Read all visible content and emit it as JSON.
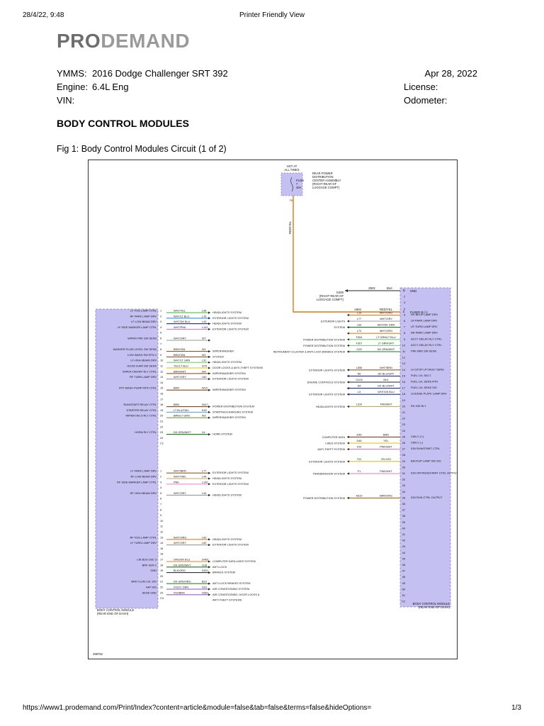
{
  "browser_header": {
    "datetime": "28/4/22, 9:48",
    "title": "Printer Friendly View"
  },
  "logo": {
    "part1": "PRO",
    "part2": "DEMAND"
  },
  "vehicle_info": {
    "ymms_label": "YMMS:",
    "ymms_value": "2016 Dodge Challenger SRT 392",
    "engine_label": "Engine:",
    "engine_value": "6.4L Eng",
    "vin_label": "VIN:",
    "vin_value": "",
    "date": "Apr 28, 2022",
    "license_label": "License:",
    "odometer_label": "Odometer:"
  },
  "section_title": "BODY CONTROL MODULES",
  "figure_caption": "Fig 1: Body Control Modules Circuit (1 of 2)",
  "diagram": {
    "top_label": [
      "HOT AT",
      "ALL TIMES"
    ],
    "fuse_lines": [
      "FUSE",
      "7",
      "40A"
    ],
    "rear_pdc": [
      "REAR POWER",
      "DISTRIBUTION",
      "CENTER ASSEMBLY",
      "(RIGHT REAR OF",
      "LUGGAGE COMPT)"
    ],
    "vert_wire_label": "RED/YEL",
    "ground_label": [
      "G300",
      "(RIGHT REAR OF",
      "LUGGAGE COMPT)"
    ],
    "ground_wire": {
      "circuit": "Z602",
      "color": "BLK",
      "pin": "1",
      "func": "GND"
    },
    "fused_b": {
      "circuit": "A904",
      "color": "RED/YEL",
      "pin": "3",
      "func": "FUSED B (+)"
    },
    "left_module_label": [
      "BODY CONTROL MODULE",
      "(REAR END OF DASH)"
    ],
    "right_module_label": [
      "BODY CONTROL MODULE",
      "(REAR END OF DASH)"
    ],
    "figure_id": "498752",
    "left_pins": [
      {
        "pin": "1",
        "func": "LF FOG LAMP CTRL",
        "color": "WHT/YEL",
        "circ": "L96",
        "dest": "HEADLIGHTS SYSTEM",
        "stroke": "#2db82d"
      },
      {
        "pin": "2",
        "func": "RF PARK LAMP DRV",
        "color": "WHT/LT BLU",
        "circ": "L76",
        "dest": "EXTERIOR LIGHTS SYSTEM",
        "stroke": "#3a8de0"
      },
      {
        "pin": "3",
        "func": "LF LOW BEAM DRV",
        "color": "WHT/DK BLU",
        "circ": "L43",
        "dest": "HEADLIGHTS SYSTEM",
        "stroke": "#1a2fa0"
      },
      {
        "pin": "4",
        "func": "LF SIDE MARKER LAMP CTRL",
        "color": "WHT/PNK",
        "circ": "L141",
        "dest": "EXTERIOR LIGHTS SYSTEM",
        "stroke": "#e37bc0"
      },
      {
        "pin": "5",
        "func": "",
        "color": "",
        "circ": "",
        "dest": "",
        "stroke": ""
      },
      {
        "pin": "6",
        "func": "WIPER PRK SW SENS",
        "color": "WHT/GRY",
        "circ": "W7",
        "dest": "",
        "stroke": "#999999"
      },
      {
        "pin": "7",
        "func": "",
        "color": "",
        "circ": "",
        "dest": "",
        "stroke": ""
      },
      {
        "pin": "8",
        "func": "WASHER FLUID LEVEL SW SENS",
        "color": "BRN/TAN",
        "circ": "W1",
        "dest": "WIPER/WASHER",
        "stroke": "#8b5a2b"
      },
      {
        "pin": "9",
        "func": "LOW WASH SW RTN 1",
        "color": "BRN/TAN",
        "circ": "W1",
        "dest": "SYSTEM",
        "stroke": "#8b5a2b"
      },
      {
        "pin": "10",
        "func": "LF HIGH BEAM DRV",
        "color": "WHT/LT GRN",
        "circ": "L31",
        "dest": "HEADLIGHTS SYSTEM",
        "stroke": "#6fd16f"
      },
      {
        "pin": "11",
        "func": "HOOD AJAR SW SENS",
        "color": "YEL/LT BLU",
        "circ": "G70",
        "dest": "DOOR LOCKS & ANTI-THEFT SYSTEMS",
        "stroke": "#e6c200"
      },
      {
        "pin": "12",
        "func": "WIPER ON/OFF RLY CTRL",
        "color": "BRN/WHT",
        "circ": "W4",
        "dest": "WIPER/WASHER SYSTEM",
        "stroke": "#a0522d"
      },
      {
        "pin": "13",
        "func": "RF TURN LAMP DRV",
        "color": "WHT/GRY",
        "circ": "L60",
        "dest": "EXTERIOR LIGHTS SYSTEM",
        "stroke": "#999999"
      },
      {
        "pin": "14",
        "func": "",
        "color": "",
        "circ": "",
        "dest": "",
        "stroke": ""
      },
      {
        "pin": "15",
        "func": "FRT WASH PUMP MTR CTRL",
        "color": "BRN",
        "circ": "W10",
        "dest": "WIPER/WASHER SYSTEM",
        "stroke": "#8b4513"
      },
      {
        "pin": "16",
        "func": "",
        "color": "",
        "circ": "",
        "dest": "",
        "stroke": ""
      },
      {
        "pin": "17",
        "func": "",
        "color": "",
        "circ": "",
        "dest": "",
        "stroke": ""
      },
      {
        "pin": "18",
        "func": "RUN/START RELAY CTRL",
        "color": "BRN",
        "circ": "K617",
        "dest": "POWER DISTRIBUTION SYSTEM",
        "stroke": "#8b4513"
      },
      {
        "pin": "19",
        "func": "STARTER RELAY CTRL",
        "color": "LT BLU/TAN",
        "circ": "K90",
        "dest": "STARTING/CHARGING SYSTEM",
        "stroke": "#5aa9f0"
      },
      {
        "pin": "20",
        "func": "WIPER HI/LO RLY CTRL",
        "color": "BRN/LT GRN",
        "circ": "W2",
        "dest": "WIPER/WASHER SYSTEM",
        "stroke": "#7a9a3a"
      },
      {
        "pin": "21",
        "func": "",
        "color": "",
        "circ": "",
        "dest": "",
        "stroke": ""
      },
      {
        "pin": "22",
        "func": "",
        "color": "",
        "circ": "",
        "dest": "",
        "stroke": ""
      },
      {
        "pin": "23",
        "func": "HORN RLY CTRL",
        "color": "DK GRN/WHT",
        "circ": "X4",
        "dest": "HORN SYSTEM",
        "stroke": "#1b7a1b"
      },
      {
        "pin": "24",
        "func": "",
        "color": "",
        "circ": "",
        "dest": "",
        "stroke": ""
      },
      {
        "pin": "C1",
        "func": "",
        "color": "",
        "circ": "",
        "dest": "",
        "stroke": ""
      },
      {
        "pin": "",
        "func": "",
        "color": "",
        "circ": "",
        "dest": "",
        "stroke": ""
      },
      {
        "pin": "",
        "func": "",
        "color": "",
        "circ": "",
        "dest": "",
        "stroke": ""
      },
      {
        "pin": "",
        "func": "",
        "color": "",
        "circ": "",
        "dest": "",
        "stroke": ""
      },
      {
        "pin": "",
        "func": "",
        "color": "",
        "circ": "",
        "dest": "",
        "stroke": ""
      },
      {
        "pin": "1",
        "func": "LF PARK LAMP DRV",
        "color": "WHT/BRN",
        "circ": "L77",
        "dest": "EXTERIOR LIGHTS SYSTEM",
        "stroke": "#8b5a2b"
      },
      {
        "pin": "2",
        "func": "RF LOW BEAM DRV",
        "color": "WHT/TAN",
        "circ": "L44",
        "dest": "HEADLIGHTS SYSTEM",
        "stroke": "#c9a66b"
      },
      {
        "pin": "3",
        "func": "RF SIDE MARKER LAMP CTRL",
        "color": "PNK",
        "circ": "L142",
        "dest": "EXTERIOR LIGHTS SYSTEM",
        "stroke": "#f08ccf"
      },
      {
        "pin": "4",
        "func": "",
        "color": "",
        "circ": "",
        "dest": "",
        "stroke": ""
      },
      {
        "pin": "5",
        "func": "RF HIGH BEAM DRV",
        "color": "WHT/GRY",
        "circ": "L34",
        "dest": "HEADLIGHTS SYSTEM",
        "stroke": "#999999"
      },
      {
        "pin": "6",
        "func": "",
        "color": "",
        "circ": "",
        "dest": "",
        "stroke": ""
      },
      {
        "pin": "7",
        "func": "",
        "color": "",
        "circ": "",
        "dest": "",
        "stroke": ""
      },
      {
        "pin": "8",
        "func": "",
        "color": "",
        "circ": "",
        "dest": "",
        "stroke": ""
      },
      {
        "pin": "9",
        "func": "",
        "color": "",
        "circ": "",
        "dest": "",
        "stroke": ""
      },
      {
        "pin": "10",
        "func": "",
        "color": "",
        "circ": "",
        "dest": "",
        "stroke": ""
      },
      {
        "pin": "11",
        "func": "",
        "color": "",
        "circ": "",
        "dest": "",
        "stroke": ""
      },
      {
        "pin": "12",
        "func": "",
        "color": "",
        "circ": "",
        "dest": "",
        "stroke": ""
      },
      {
        "pin": "13",
        "func": "RF FOG LAMP CTRL",
        "color": "WHT/ORG",
        "circ": "L90",
        "dest": "HEADLIGHTS SYSTEM",
        "stroke": "#e87d1e"
      },
      {
        "pin": "14",
        "func": "LF TURN LAMP DRV",
        "color": "WHT/GRY",
        "circ": "L63",
        "dest": "EXTERIOR LIGHTS SYSTEM",
        "stroke": "#999999"
      },
      {
        "pin": "15",
        "func": "",
        "color": "",
        "circ": "",
        "dest": "",
        "stroke": ""
      },
      {
        "pin": "16",
        "func": "",
        "color": "",
        "circ": "",
        "dest": "",
        "stroke": ""
      },
      {
        "pin": "17",
        "func": "LIN BUS CBC 3",
        "color": "ORG/DK BLU",
        "circ": "D403",
        "dest": "COMPUTER DATA LINES SYSTEM",
        "stroke": "#e87d1e"
      },
      {
        "pin": "18",
        "func": "BRK SEN 1",
        "color": "DK GRN/WHT",
        "circ": "G18",
        "dest": "ANTI-LOCK",
        "stroke": "#1b7a1b"
      },
      {
        "pin": "19",
        "func": "GND",
        "color": "BLK/ORG",
        "circ": "Z420",
        "dest": "BRAKES SYSTEM",
        "stroke": "#333333"
      },
      {
        "pin": "20",
        "func": "",
        "color": "",
        "circ": "",
        "dest": "",
        "stroke": ""
      },
      {
        "pin": "21",
        "func": "BRK FLUID LVL SIG",
        "color": "DK GRN/ORG",
        "circ": "B23",
        "dest": "ANTI-LOCK BRAKES SYSTEM",
        "stroke": "#2a8a2a"
      },
      {
        "pin": "22",
        "func": "AAT SIG",
        "color": "VIO/LT GRN",
        "circ": "G31",
        "dest": "AIR CONDITIONING SYSTEM",
        "stroke": "#8a4fd0"
      },
      {
        "pin": "23",
        "func": "SENS GND",
        "color": "VIO/BRN",
        "circ": "G901",
        "dest": "AIR CONDITIONING, DOOR LOCKS &",
        "stroke": "#a05acf"
      },
      {
        "pin": "C3",
        "func": "",
        "color": "",
        "circ": "",
        "dest": "ANTI-THEFT SYSTEMS",
        "stroke": ""
      }
    ],
    "right_pins": [
      {
        "pin": "5",
        "func": "RH BKUP LAMP DRV",
        "color": "WHT/ORG",
        "circ": "L15",
        "src": "",
        "stroke": "#e87d1e"
      },
      {
        "pin": "6",
        "func": "LR PARK LAMP DRV",
        "color": "WHT/GRY",
        "circ": "L77",
        "src": "EXTERIOR LIGHTS",
        "stroke": "#999999"
      },
      {
        "pin": "7",
        "func": "LR TURN LAMP DRV",
        "color": "WHT/DK GRN",
        "circ": "L63",
        "src": "SYSTEM",
        "stroke": "#1b7a1b"
      },
      {
        "pin": "8",
        "func": "RR PARK LAMP DRV",
        "color": "WHT/ORG",
        "circ": "L72",
        "src": "",
        "stroke": "#e87d1e"
      },
      {
        "pin": "9",
        "func": "ACCY DELAY RLY CTRL",
        "color": "LT GRN/LT BLU",
        "circ": "F904",
        "src": "POWER DISTRIBUTION SYSTEM",
        "stroke": "#6fd16f"
      },
      {
        "pin": "10",
        "func": "ACCY DELAY RLY CTRL",
        "color": "LT GRN/GRY",
        "circ": "F307",
        "src": "POWER DISTRIBUTION SYSTEM",
        "stroke": "#7fcf7f"
      },
      {
        "pin": "11",
        "func": "PRK BRK SW SENS",
        "color": "DK GRN/WHT",
        "circ": "G25",
        "src": "INSTRUMENT CLUSTER & ANTI-LOCK BRAKES SYSTEM",
        "stroke": "#1b7a1b"
      },
      {
        "pin": "14",
        "func": "LH STOP LP FAULT SENS",
        "color": "WHT/BRN",
        "circ": "L555",
        "src": "EXTERIOR LIGHTS SYSTEM",
        "stroke": "#8b5a2b"
      },
      {
        "pin": "15",
        "func": "FUEL LVL SIG 2",
        "color": "DK BLU/GRY",
        "circ": "N5",
        "src": "",
        "stroke": "#1a2fa0"
      },
      {
        "pin": "16",
        "func": "FUEL LVL SENS RTN",
        "color": "BLK",
        "circ": "G103",
        "src": "ENGINE CONTROLS SYSTEM",
        "stroke": "#222222"
      },
      {
        "pin": "17",
        "func": "FUEL LVL SENS SIG",
        "color": "DK BLU/WHT",
        "circ": "N4",
        "src": "",
        "stroke": "#1a2fa0"
      },
      {
        "pin": "18",
        "func": "LICENSE PLATE LAMP DRV",
        "color": "WHT/DK BLU",
        "circ": "L3",
        "src": "EXTERIOR LIGHTS SYSTEM",
        "stroke": "#1a2fa0"
      },
      {
        "pin": "20",
        "func": "RH HID RLY",
        "color": "TAN/WHT",
        "circ": "L310",
        "src": "HEADLIGHTS SYSTEM",
        "stroke": "#c9a66b"
      },
      {
        "pin": "25",
        "func": "CAN C (+)",
        "color": "BRN",
        "circ": "D45",
        "src": "COMPUTER DATA",
        "stroke": "#8b4513"
      },
      {
        "pin": "26",
        "func": "CAN C (-)",
        "color": "YEL",
        "circ": "D46",
        "src": "LINES SYSTEM",
        "stroke": "#e6c200"
      },
      {
        "pin": "27",
        "func": "IGN RUN/START CTRL",
        "color": "PNK/WHT",
        "circ": "F20",
        "src": "ANTI-THEFT SYSTEM",
        "stroke": "#e37bc0"
      },
      {
        "pin": "29",
        "func": "BACKUP LAMP SW SIG",
        "color": "YEL/VIO",
        "circ": "T22",
        "src": "EXTERIOR LIGHTS SYSTEM",
        "stroke": "#d9c21a"
      },
      {
        "pin": "31",
        "func": "IGN OFF/RUN/START CTRL OUTPUT",
        "color": "PNK/WHT",
        "circ": "F1",
        "src": "TRANSMISSION SYSTEM",
        "stroke": "#e37bc0"
      },
      {
        "pin": "35",
        "func": "IGN RUN CTRL OUTPUT",
        "color": "BRN/ORG",
        "circ": "K619",
        "src": "POWER DISTRIBUTION SYSTEM",
        "stroke": "#b8640f"
      }
    ],
    "right_pin_numbers": [
      "1",
      "2",
      "3",
      "4",
      "5",
      "6",
      "7",
      "8",
      "9",
      "10",
      "11",
      "12",
      "13",
      "14",
      "15",
      "16",
      "17",
      "18",
      "19",
      "20",
      "21",
      "22",
      "23",
      "24",
      "25",
      "26",
      "27",
      "28",
      "29",
      "30",
      "31",
      "32",
      "33",
      "34",
      "35",
      "36",
      "37",
      "38",
      "39",
      "40",
      "41",
      "42",
      "43",
      "44",
      "45",
      "46",
      "47",
      "48",
      "49",
      "50",
      "51",
      "C2"
    ]
  },
  "footer": {
    "url": "https://www1.prodemand.com/Print/Index?content=article&module=false&tab=false&terms=false&hideOptions=",
    "page": "1/3"
  }
}
